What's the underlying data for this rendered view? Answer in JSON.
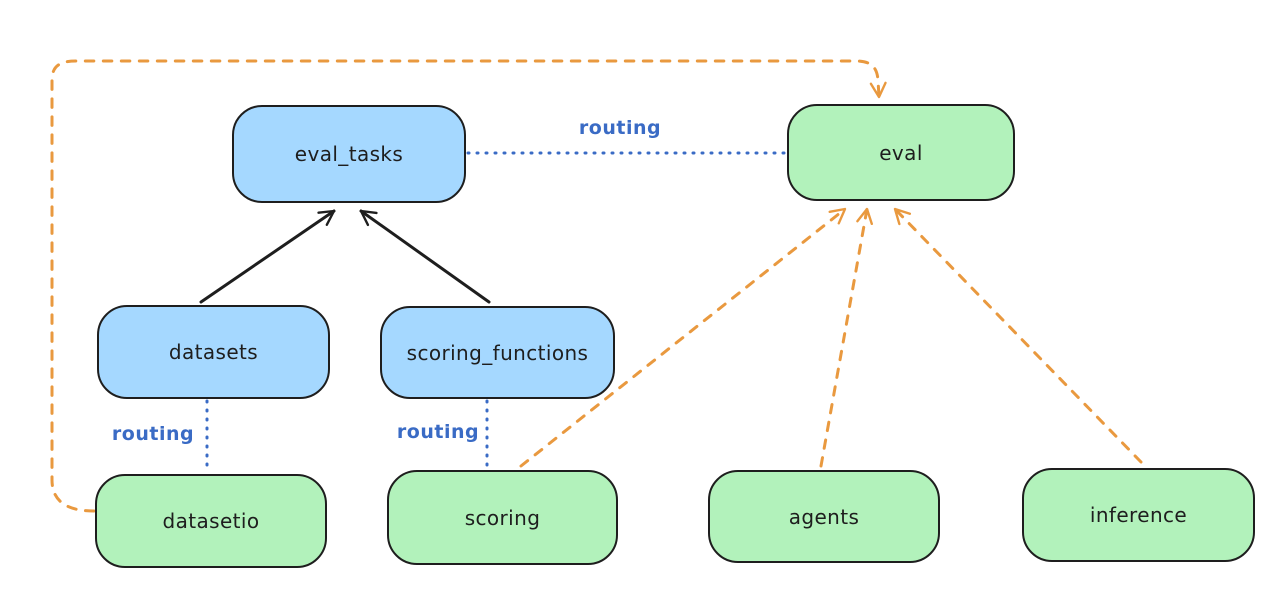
{
  "nodes": {
    "eval_tasks": {
      "label": "eval_tasks",
      "group": "blue"
    },
    "eval": {
      "label": "eval",
      "group": "green"
    },
    "datasets": {
      "label": "datasets",
      "group": "blue"
    },
    "scoring_functions": {
      "label": "scoring_functions",
      "group": "blue"
    },
    "datasetio": {
      "label": "datasetio",
      "group": "green"
    },
    "scoring": {
      "label": "scoring",
      "group": "green"
    },
    "agents": {
      "label": "agents",
      "group": "green"
    },
    "inference": {
      "label": "inference",
      "group": "green"
    }
  },
  "edge_labels": {
    "eval_tasks_eval": "routing",
    "datasets_datasetio": "routing",
    "scoring_functions_scoring": "routing"
  },
  "edges": [
    {
      "from": "datasets",
      "to": "eval_tasks",
      "style": "solid-black-arrow"
    },
    {
      "from": "scoring_functions",
      "to": "eval_tasks",
      "style": "solid-black-arrow"
    },
    {
      "from": "eval_tasks",
      "to": "eval",
      "style": "blue-dotted",
      "label": "routing"
    },
    {
      "from": "datasets",
      "to": "datasetio",
      "style": "blue-dotted",
      "label": "routing"
    },
    {
      "from": "scoring_functions",
      "to": "scoring",
      "style": "blue-dotted",
      "label": "routing"
    },
    {
      "from": "datasetio",
      "to": "eval",
      "style": "orange-dashed-arrow",
      "route": "loop-left-top"
    },
    {
      "from": "scoring",
      "to": "eval",
      "style": "orange-dashed-arrow"
    },
    {
      "from": "agents",
      "to": "eval",
      "style": "orange-dashed-arrow"
    },
    {
      "from": "inference",
      "to": "eval",
      "style": "orange-dashed-arrow"
    }
  ],
  "colors": {
    "blue_fill": "#a5d8ff",
    "green_fill": "#b2f2bb",
    "stroke": "#1e1e1e",
    "orange": "#e9993f",
    "blue_line": "#3a6bc5",
    "bg": "#ffffff"
  }
}
